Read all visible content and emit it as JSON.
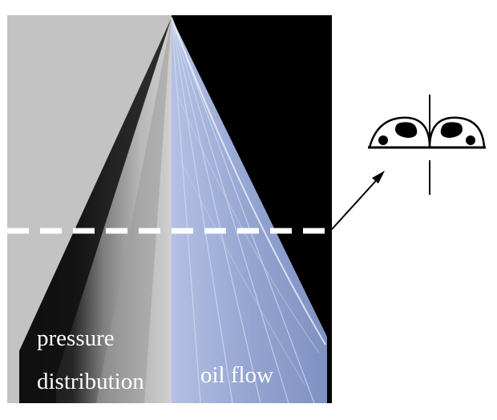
{
  "labels": {
    "pressure_line1": "pressure",
    "pressure_line2": "distribution",
    "oil_flow": "oil flow"
  },
  "colors": {
    "left_background": "#c3c3c3",
    "right_background": "#000000",
    "pressure_wing_light": "#b9b9b9",
    "pressure_wing_dark": "#141414",
    "oil_wing": "#9aa9d2",
    "oil_wing_highlight": "#c9d4ee",
    "section_line": "#ffffff",
    "arrow": "#000000",
    "vortex": "#000000"
  }
}
